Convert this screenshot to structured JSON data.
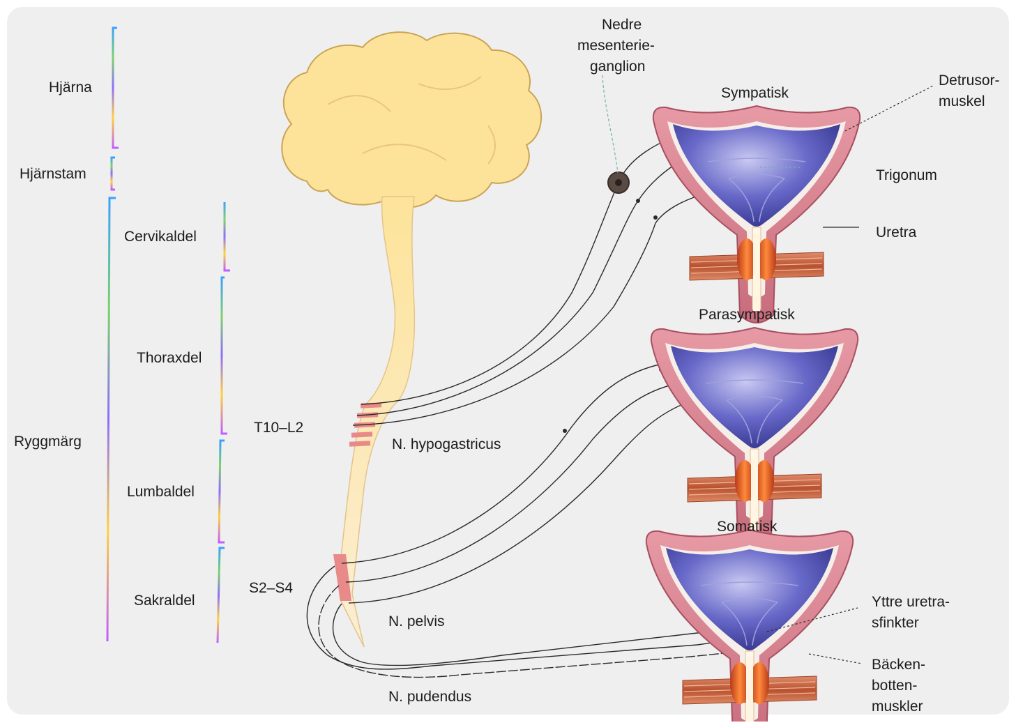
{
  "regions": {
    "brain": "Hjärna",
    "brainstem": "Hjärnstam",
    "spinal_cord": "Ryggmärg",
    "cervical": "Cervikaldel",
    "thoracic": "Thoraxdel",
    "lumbar": "Lumbaldel",
    "sacral": "Sakraldel"
  },
  "segments": {
    "thoracolumbar": "T10–L2",
    "sacral": "S2–S4"
  },
  "nerves": {
    "hypogastric": "N. hypogastricus",
    "pelvic": "N. pelvis",
    "pudendal": "N. pudendus"
  },
  "ganglion_label": [
    "Nedre",
    "mesenterie-",
    "ganglion"
  ],
  "panels": {
    "sympathetic": "Sympatisk",
    "parasympathetic": "Parasympatisk",
    "somatic": "Somatisk"
  },
  "structures": {
    "detrusor": [
      "Detrusor-",
      "muskel"
    ],
    "trigone": "Trigonum",
    "urethra": "Uretra",
    "external_sphincter": [
      "Yttre uretra-",
      "sfinkter"
    ],
    "pelvic_floor": [
      "Bäcken-",
      "botten-",
      "muskler"
    ]
  },
  "colors": {
    "background": "#efefef",
    "brain_fill": "#fde39a",
    "brain_stroke": "#caa455",
    "cord_band": "#e98a8a",
    "bladder_wall": "#d9818f",
    "bladder_lumen": "#3e3f9c",
    "muscle": "#c8603f"
  }
}
